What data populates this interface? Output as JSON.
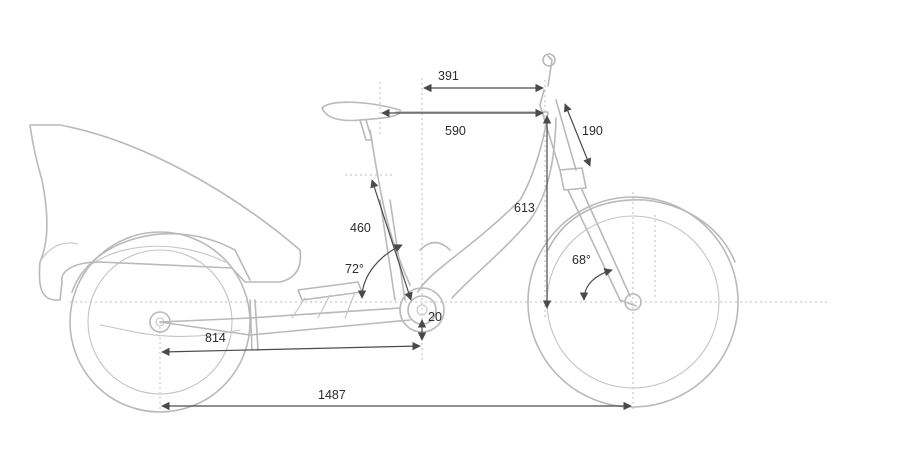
{
  "dimensions": {
    "reach": "391",
    "top_tube": "590",
    "head_tube": "190",
    "stack": "613",
    "seat_tube": "460",
    "seat_angle": "72°",
    "head_angle": "68°",
    "bb_drop": "20",
    "chainstay": "814",
    "wheelbase": "1487"
  },
  "colors": {
    "outline": "#b9b9b9",
    "dimension_line": "#4a4a4a",
    "text": "#2b2b2b",
    "background": "#ffffff"
  }
}
